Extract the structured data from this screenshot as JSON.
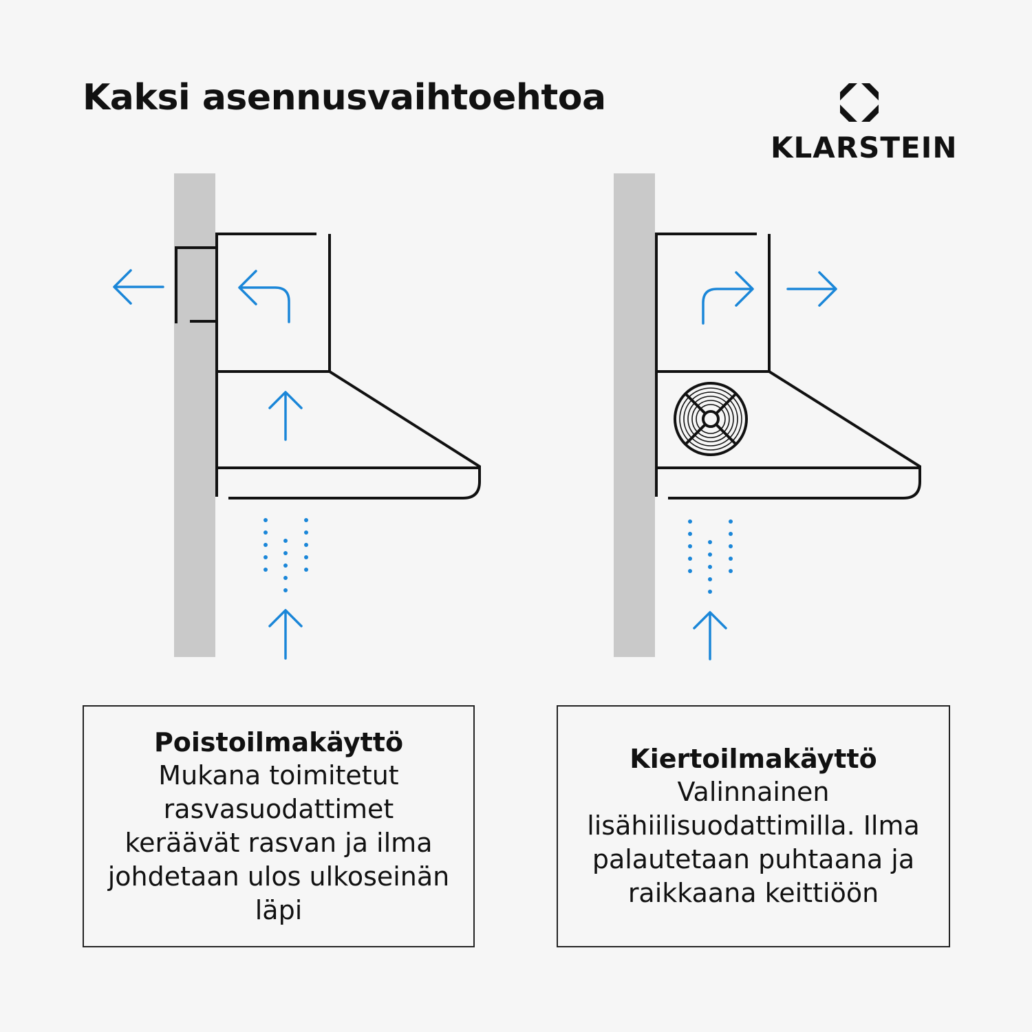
{
  "header": {
    "title": "Kaksi asennusvaihtoehtoa"
  },
  "brand": {
    "name": "KLARSTEIN",
    "logo_icon": "klarstein-diamond-logo"
  },
  "colors": {
    "arrow": "#1a86d8",
    "wall": "#c9c9c9",
    "line": "#111111",
    "background": "#f6f6f6"
  },
  "options": [
    {
      "title": "Poistoilmakäyttö",
      "description": "Mukana toimitetut rasvasuodattimet keräävät rasvan ja ilma johdetaan ulos ulkoseinän läpi"
    },
    {
      "title": "Kiertoilmakäyttö",
      "description": "Valinnainen lisähiilisuodattimilla. Ilma palautetaan puhtaana ja raikkaana keittiöön"
    }
  ]
}
